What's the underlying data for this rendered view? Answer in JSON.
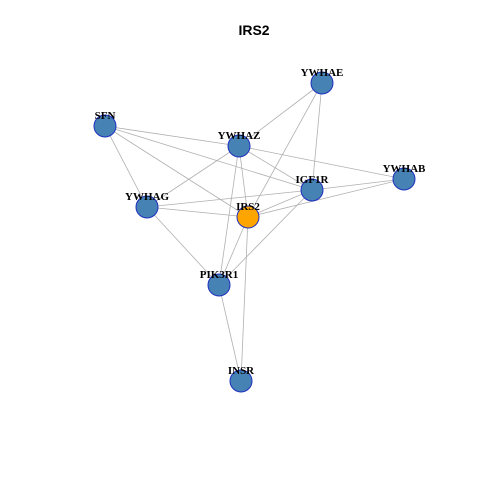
{
  "title": "IRS2",
  "colors": {
    "node_default": "#4682b4",
    "node_focus": "#ffa500",
    "node_border": "#1f2fbf",
    "edge": "#b0b0b0"
  },
  "nodes": [
    {
      "id": "YWHAE",
      "label": "YWHAE",
      "focus": false
    },
    {
      "id": "SFN",
      "label": "SFN",
      "focus": false
    },
    {
      "id": "YWHAZ",
      "label": "YWHAZ",
      "focus": false
    },
    {
      "id": "YWHAB",
      "label": "YWHAB",
      "focus": false
    },
    {
      "id": "IGF1R",
      "label": "IGF1R",
      "focus": false
    },
    {
      "id": "YWHAG",
      "label": "YWHAG",
      "focus": false
    },
    {
      "id": "IRS2",
      "label": "IRS2",
      "focus": true
    },
    {
      "id": "PIK3R1",
      "label": "PIK3R1",
      "focus": false
    },
    {
      "id": "INSR",
      "label": "INSR",
      "focus": false
    }
  ],
  "edges": [
    [
      "SFN",
      "YWHAZ"
    ],
    [
      "SFN",
      "YWHAG"
    ],
    [
      "SFN",
      "IRS2"
    ],
    [
      "SFN",
      "IGF1R"
    ],
    [
      "YWHAE",
      "YWHAZ"
    ],
    [
      "YWHAE",
      "IGF1R"
    ],
    [
      "YWHAE",
      "IRS2"
    ],
    [
      "YWHAZ",
      "YWHAG"
    ],
    [
      "YWHAZ",
      "IGF1R"
    ],
    [
      "YWHAZ",
      "YWHAB"
    ],
    [
      "YWHAZ",
      "PIK3R1"
    ],
    [
      "YWHAZ",
      "IRS2"
    ],
    [
      "YWHAB",
      "IGF1R"
    ],
    [
      "YWHAB",
      "IRS2"
    ],
    [
      "YWHAG",
      "IGF1R"
    ],
    [
      "YWHAG",
      "IRS2"
    ],
    [
      "YWHAG",
      "PIK3R1"
    ],
    [
      "IGF1R",
      "IRS2"
    ],
    [
      "IGF1R",
      "PIK3R1"
    ],
    [
      "IRS2",
      "PIK3R1"
    ],
    [
      "IRS2",
      "INSR"
    ],
    [
      "PIK3R1",
      "INSR"
    ]
  ]
}
